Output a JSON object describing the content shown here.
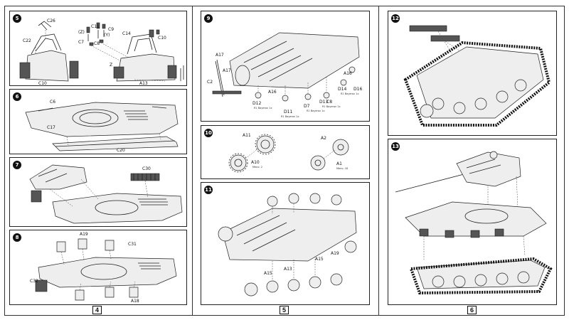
{
  "pages": [
    {
      "number": "4",
      "steps": [
        {
          "number": "5",
          "parts": [
            "C26",
            "C22",
            "C11",
            "(Z)",
            "C7",
            "C8",
            "C9",
            "(Y)",
            "C14",
            "C10",
            "C10",
            "Z",
            "A13"
          ]
        },
        {
          "number": "6",
          "parts": [
            "C6",
            "C17",
            "C20"
          ]
        },
        {
          "number": "7",
          "parts": [
            "C30"
          ]
        },
        {
          "number": "8",
          "parts": [
            "A19",
            "C31",
            "C32",
            "A18"
          ]
        }
      ]
    },
    {
      "number": "5",
      "steps": [
        {
          "number": "9",
          "parts": [
            "A17",
            "A17",
            "C2",
            "A16",
            "A16",
            "D12",
            "D11",
            "D7",
            "D13",
            "D14",
            "D16",
            "C8"
          ],
          "notes": [
            "R1 Bayerov 1x",
            "R1 Bayerov 1x",
            "R1 Bayerov 1x",
            "R1 Bayerov 1x",
            "R1 Bayerov 1x"
          ]
        },
        {
          "number": "10",
          "parts": [
            "A11",
            "A10",
            "A2",
            "A1"
          ],
          "notes": [
            "Meno. 2",
            "Meno. 18"
          ]
        },
        {
          "number": "11",
          "parts": [
            "A15",
            "A13",
            "A15",
            "A19"
          ]
        }
      ]
    },
    {
      "number": "6",
      "steps": [
        {
          "number": "12",
          "parts": []
        },
        {
          "number": "13",
          "parts": []
        }
      ]
    }
  ]
}
